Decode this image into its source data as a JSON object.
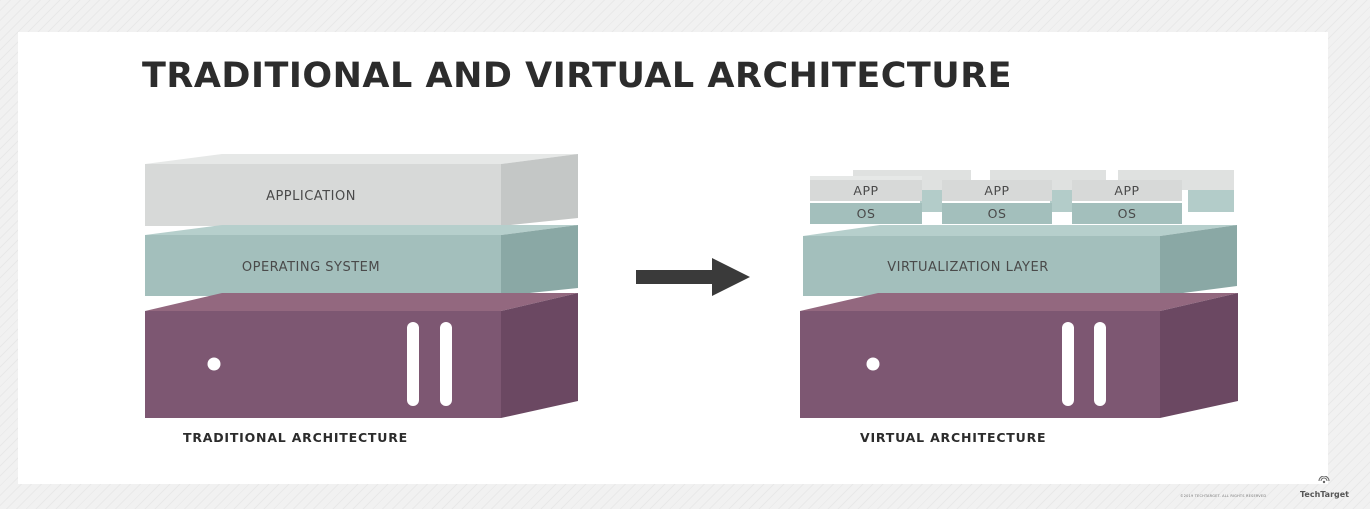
{
  "title": "TRADITIONAL AND VIRTUAL ARCHITECTURE",
  "traditional": {
    "caption": "TRADITIONAL ARCHITECTURE",
    "application_label": "APPLICATION",
    "os_label": "OPERATING SYSTEM"
  },
  "virtual": {
    "caption": "VIRTUAL ARCHITECTURE",
    "app_labels": [
      "APP",
      "APP",
      "APP"
    ],
    "os_labels": [
      "OS",
      "OS",
      "OS"
    ],
    "virtualization_label": "VIRTUALIZATION LAYER"
  },
  "footer": {
    "copyright": "©2019 TECHTARGET. ALL RIGHTS RESERVED",
    "brand": "TechTarget"
  },
  "colors": {
    "application": "#d7d9d8",
    "os": "#a3bfbc",
    "hardware": "#7d5772",
    "title": "#2c2c2c",
    "arrow": "#3a3a3a"
  }
}
